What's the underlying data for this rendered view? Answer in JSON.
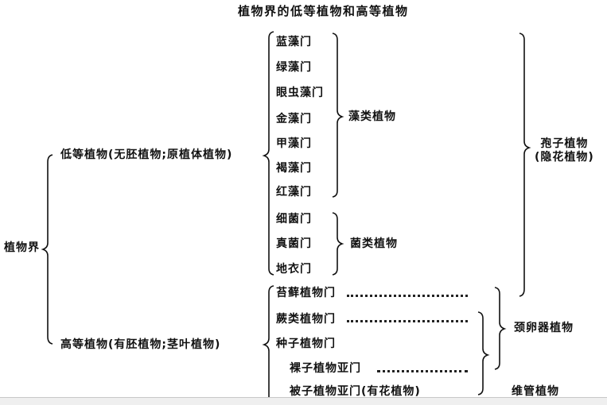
{
  "title": "植物界的低等植物和高等植物",
  "root": "植物界",
  "lower_plants": {
    "label": "低等植物(无胚植物;原植体植物)",
    "algae_group": {
      "label": "藻类植物",
      "phyla": [
        "蓝藻门",
        "绿藻门",
        "眼虫藻门",
        "金藻门",
        "甲藻门",
        "褐藻门",
        "红藻门"
      ]
    },
    "fungi_group": {
      "label": "菌类植物",
      "phyla": [
        "细菌门",
        "真菌门",
        "地衣门"
      ]
    }
  },
  "higher_plants": {
    "label": "高等植物(有胚植物;茎叶植物)",
    "phyla": [
      "苔藓植物门",
      "蕨类植物门",
      "种子植物门"
    ],
    "subphyla": [
      "裸子植物亚门",
      "被子植物亚门(有花植物)"
    ]
  },
  "groupings": {
    "spore_plants_line1": "孢子植物",
    "spore_plants_line2": "(隐花植物)",
    "archegoniatae": "颈卵器植物",
    "vascular_plants": "维管植物"
  }
}
